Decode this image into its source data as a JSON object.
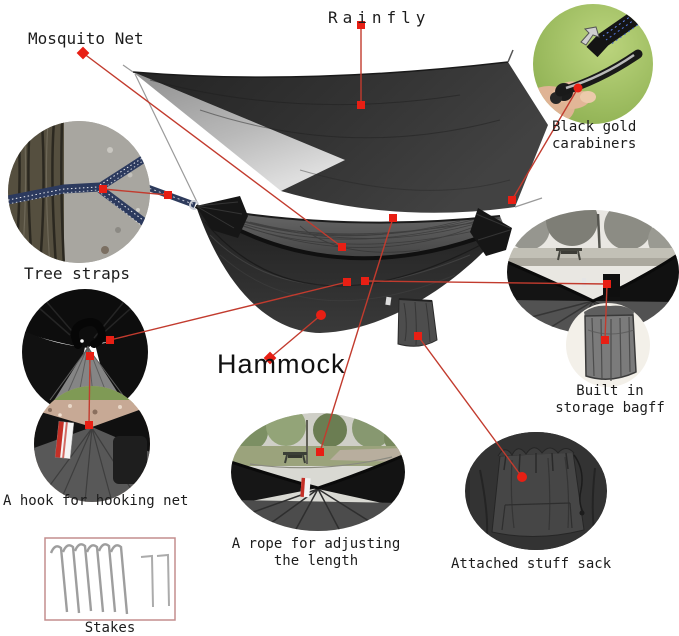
{
  "callouts": {
    "mosquito_net": {
      "label": "Mosquito Net"
    },
    "rainfly": {
      "label": "Rainfly"
    },
    "carabiners": {
      "line1": "Black gold",
      "line2": "carabiners"
    },
    "tree_straps": {
      "label": "Tree straps"
    },
    "hammock": {
      "label": "Hammock"
    },
    "built_in_storage": {
      "line1": "Built in",
      "line2": "storage bagff"
    },
    "hook": {
      "label": "A hook for hooking net"
    },
    "rope": {
      "line1": "A rope for adjusting",
      "line2": "the length"
    },
    "stuff_sack": {
      "label": "Attached stuff sack"
    },
    "stakes": {
      "label": "Stakes"
    }
  },
  "colors": {
    "annotation_line": "#c23b2e",
    "annotation_marker": "#e81f14",
    "stakes_box_border": "#c48d8d",
    "tarp_dark": "#2e2e2e",
    "grass_green": "#9dc160"
  }
}
